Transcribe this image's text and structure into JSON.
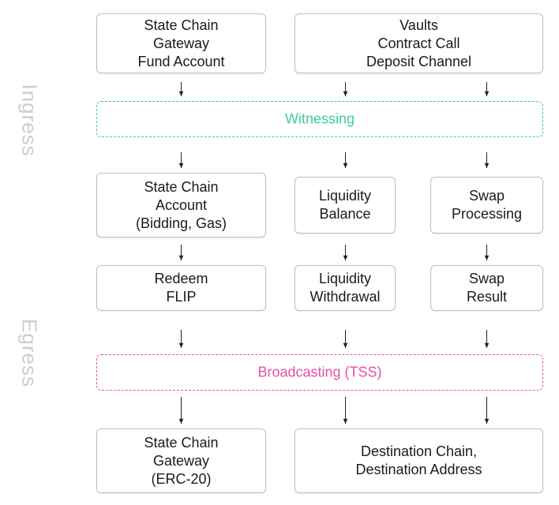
{
  "colors": {
    "witnessing": "#3ecf9a",
    "broadcasting": "#e64fa8",
    "phase_label": "#cdcdcd",
    "box_border": "#bfbfbf",
    "arrow": "#222222"
  },
  "phases": {
    "ingress": "Ingress",
    "egress": "Egress"
  },
  "bands": {
    "witnessing": "Witnessing",
    "broadcasting": "Broadcasting (TSS)"
  },
  "boxes": {
    "state_chain_gateway_in": [
      "State Chain",
      "Gateway",
      "Fund Account"
    ],
    "vaults": [
      "Vaults",
      "Contract Call",
      "Deposit Channel"
    ],
    "state_chain_account": [
      "State Chain",
      "Account",
      "(Bidding, Gas)"
    ],
    "liquidity_balance": [
      "Liquidity",
      "Balance"
    ],
    "swap_processing": [
      "Swap",
      "Processing"
    ],
    "redeem_flip": [
      "Redeem",
      "FLIP"
    ],
    "liquidity_withdrawal": [
      "Liquidity",
      "Withdrawal"
    ],
    "swap_result": [
      "Swap",
      "Result"
    ],
    "state_chain_gateway_out": [
      "State Chain",
      "Gateway",
      "(ERC-20)"
    ],
    "destination": [
      "Destination Chain,",
      "Destination Address"
    ]
  }
}
